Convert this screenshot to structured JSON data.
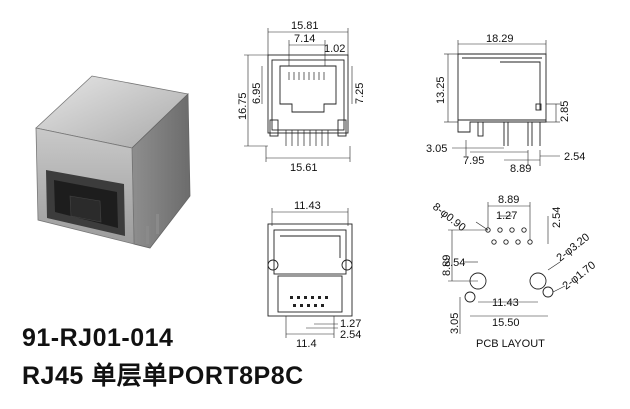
{
  "product": {
    "part_number": "91-RJ01-014",
    "description": "RJ45 单层单PORT8P8C"
  },
  "front_view": {
    "dims": [
      "15.81",
      "7.14",
      "1.02",
      "16.75",
      "6.95",
      "7.25",
      "15.61"
    ]
  },
  "side_view": {
    "dims": [
      "18.29",
      "13.25",
      "2.85",
      "3.05",
      "7.95",
      "2.54",
      "8.89"
    ]
  },
  "bottom_view": {
    "dims": [
      "11.43",
      "1.27",
      "2.54",
      "11.4"
    ]
  },
  "pcb_layout": {
    "title": "PCB LAYOUT",
    "dims": [
      "8-φ0.90",
      "8.89",
      "1.27",
      "2.54",
      "8.89",
      "2.54",
      "2-φ3.20",
      "2-φ1.70",
      "11.43",
      "15.50",
      "3.05"
    ]
  },
  "colors": {
    "drawing_line": "#222222",
    "photo_body": "#b8b8b8",
    "photo_shadow": "#5a5a5a"
  }
}
